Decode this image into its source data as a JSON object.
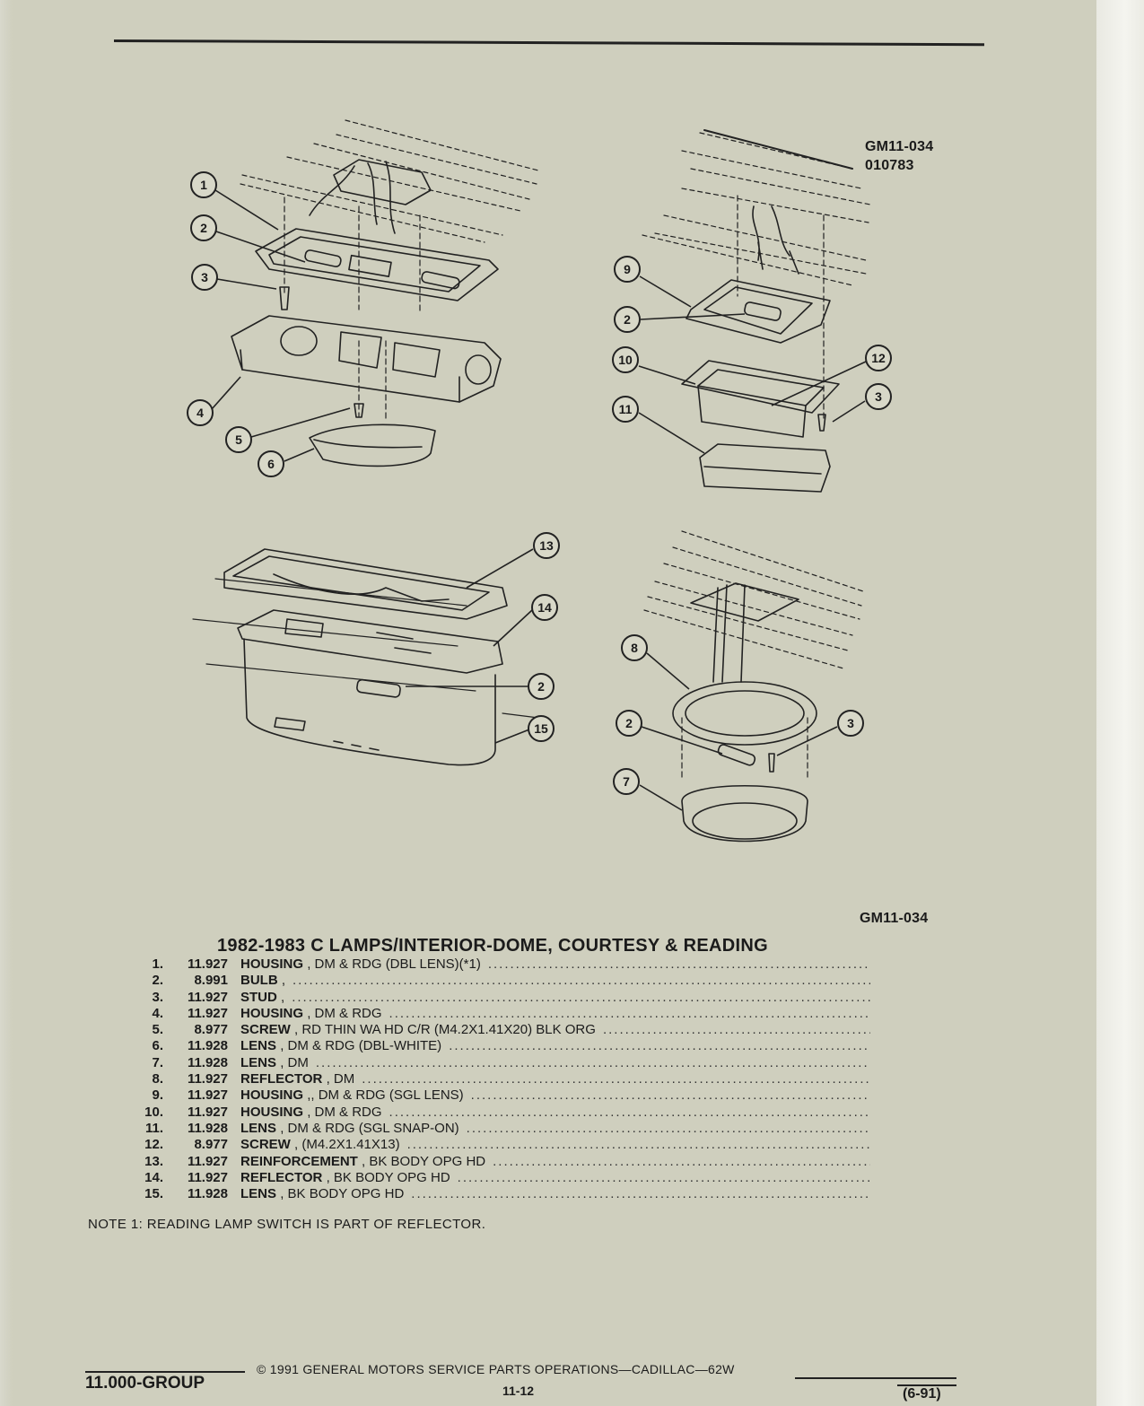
{
  "figure": {
    "code_top_line1": "GM11-034",
    "code_top_line2": "010783",
    "code_bottom": "GM11-034",
    "callouts": [
      "1",
      "2",
      "3",
      "4",
      "5",
      "6",
      "9",
      "2",
      "10",
      "12",
      "3",
      "11",
      "13",
      "14",
      "2",
      "15",
      "8",
      "2",
      "3",
      "7"
    ]
  },
  "title": "1982-1983 C LAMPS/INTERIOR-DOME, COURTESY & READING",
  "parts": [
    {
      "num": "1.",
      "group": "11.927",
      "name": "HOUSING",
      "detail": ", DM & RDG (DBL LENS)(*1)"
    },
    {
      "num": "2.",
      "group": "8.991",
      "name": "BULB",
      "detail": ","
    },
    {
      "num": "3.",
      "group": "11.927",
      "name": "STUD",
      "detail": ","
    },
    {
      "num": "4.",
      "group": "11.927",
      "name": "HOUSING",
      "detail": ", DM & RDG"
    },
    {
      "num": "5.",
      "group": "8.977",
      "name": "SCREW",
      "detail": ", RD THIN WA HD C/R (M4.2X1.41X20) BLK ORG"
    },
    {
      "num": "6.",
      "group": "11.928",
      "name": "LENS",
      "detail": ", DM & RDG (DBL-WHITE)"
    },
    {
      "num": "7.",
      "group": "11.928",
      "name": "LENS",
      "detail": ", DM"
    },
    {
      "num": "8.",
      "group": "11.927",
      "name": "REFLECTOR",
      "detail": ", DM"
    },
    {
      "num": "9.",
      "group": "11.927",
      "name": "HOUSING",
      "detail": ",, DM & RDG (SGL LENS)"
    },
    {
      "num": "10.",
      "group": "11.927",
      "name": "HOUSING",
      "detail": ", DM & RDG"
    },
    {
      "num": "11.",
      "group": "11.928",
      "name": "LENS",
      "detail": ", DM & RDG (SGL SNAP-ON)"
    },
    {
      "num": "12.",
      "group": "8.977",
      "name": "SCREW",
      "detail": ", (M4.2X1.41X13)"
    },
    {
      "num": "13.",
      "group": "11.927",
      "name": "REINFORCEMENT",
      "detail": ", BK BODY OPG HD"
    },
    {
      "num": "14.",
      "group": "11.927",
      "name": "REFLECTOR",
      "detail": ", BK BODY OPG HD"
    },
    {
      "num": "15.",
      "group": "11.928",
      "name": "LENS",
      "detail": ", BK BODY OPG HD"
    }
  ],
  "note": "NOTE  1:  READING LAMP SWITCH IS PART OF REFLECTOR.",
  "footer": {
    "group": "11.000-GROUP",
    "copyright": "©  1991  GENERAL MOTORS SERVICE PARTS OPERATIONS—CADILLAC—62W",
    "page": "11-12",
    "date": "(6-91)"
  },
  "colors": {
    "paper": "#cfcfbe",
    "ink": "#1b1b1b",
    "margin": "#f0f0ea"
  }
}
